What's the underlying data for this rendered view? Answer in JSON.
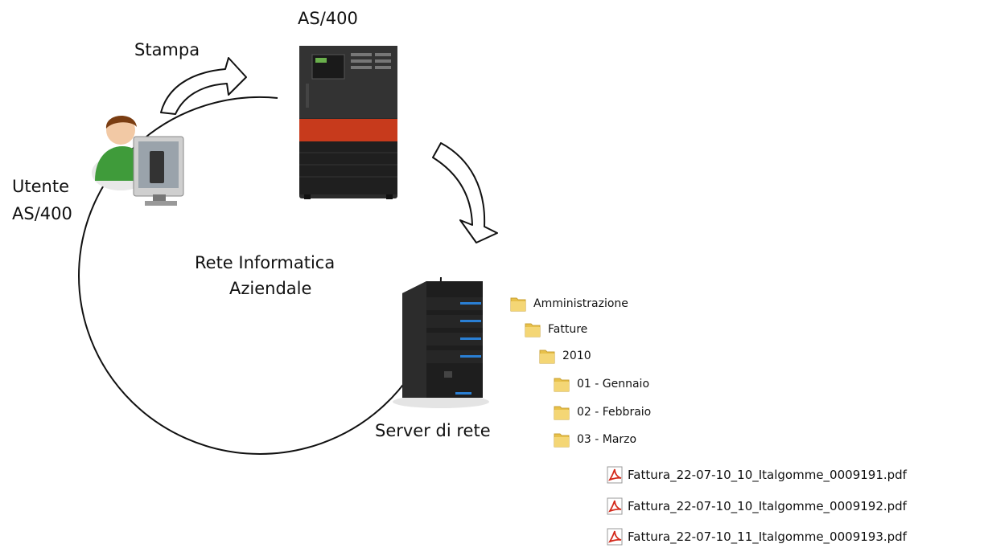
{
  "labels": {
    "as400": "AS/400",
    "stampa": "Stampa",
    "utente_line1": "Utente",
    "utente_line2": "AS/400",
    "rete_line1": "Rete Informatica",
    "rete_line2": "Aziendale",
    "server": "Server di rete"
  },
  "tree": {
    "folders": [
      "Amministrazione",
      "Fatture",
      "2010",
      "01 - Gennaio",
      "02 - Febbraio",
      "03 - Marzo"
    ],
    "files": [
      "Fattura_22-07-10_10_Italgomme_0009191.pdf",
      "Fattura_22-07-10_10_Italgomme_0009192.pdf",
      "Fattura_22-07-10_11_Italgomme_0009193.pdf"
    ]
  },
  "colors": {
    "folder": "#e8c14a",
    "pdf": "#d42a1c",
    "as400_panel": "#c73a1c",
    "server_led": "#2a7fd4",
    "user_shirt": "#3f9b3a"
  }
}
